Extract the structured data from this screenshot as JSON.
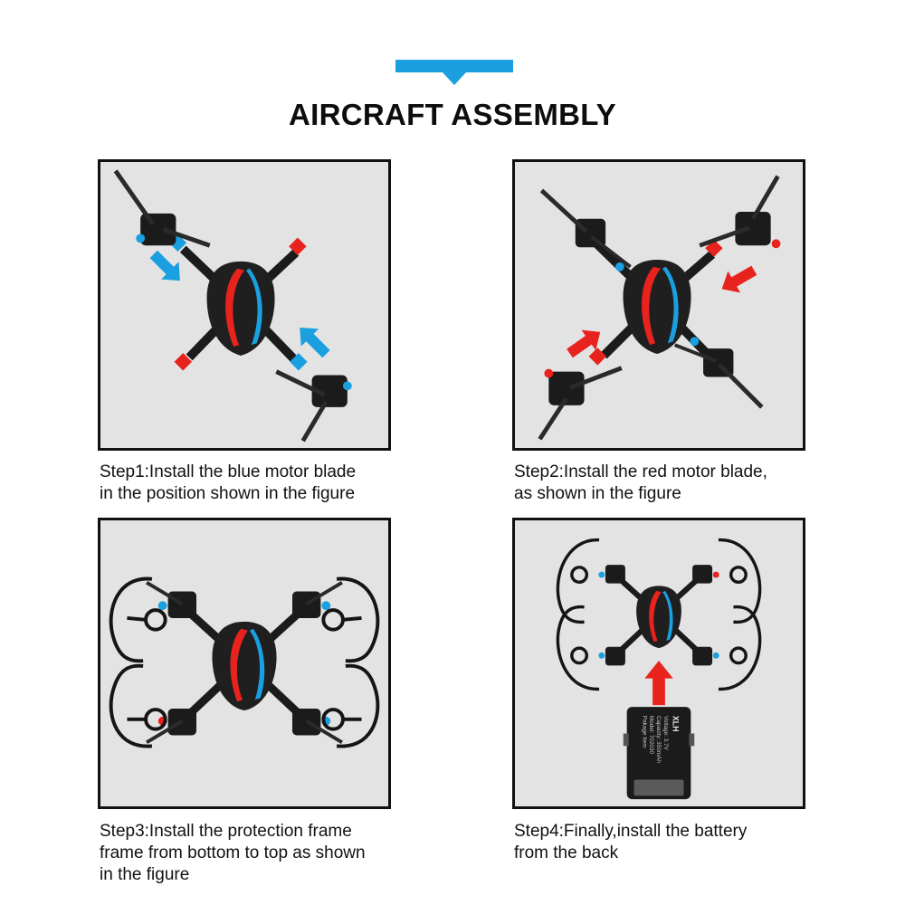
{
  "title": "AIRCRAFT ASSEMBLY",
  "colors": {
    "accent_blue": "#1a9fe0",
    "accent_red": "#e8231e",
    "panel_bg": "#e3e3e3"
  },
  "steps": [
    {
      "lines": [
        "Step1:Install the blue motor blade",
        "in the position shown in the figure"
      ]
    },
    {
      "lines": [
        "Step2:Install the red motor blade,",
        "as shown in the figure"
      ]
    },
    {
      "lines": [
        "Step3:Install the protection frame",
        "frame from bottom to top as shown",
        "in the figure"
      ]
    },
    {
      "lines": [
        "Step4:Finally,install the battery",
        "from the back"
      ]
    }
  ],
  "battery": {
    "label_lines": [
      "Pakage Item",
      "Model: 702030",
      "Capacity: 350mAh",
      "Voltage: 3.7V"
    ],
    "brand": "XLH"
  }
}
